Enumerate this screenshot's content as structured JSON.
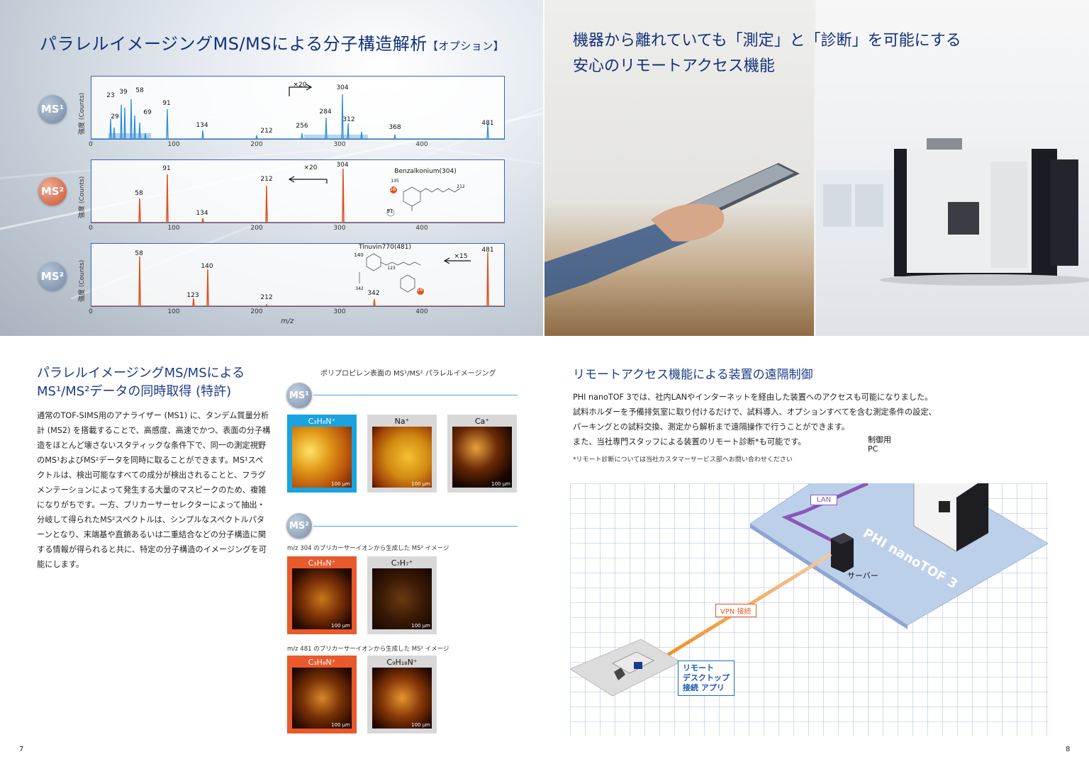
{
  "page_left": {
    "title_main": "パラレルイメージングMS/MSによる分子構造解析",
    "title_option": "【オプション】",
    "spectra": [
      {
        "badge": "MS¹",
        "y_label": "強度 (Counts)",
        "x_ticks": [
          "0",
          "100",
          "200",
          "300",
          "400"
        ],
        "magnification": "×20",
        "peaks": [
          "23",
          "29",
          "39",
          "58",
          "69",
          "91",
          "134",
          "212",
          "256",
          "284",
          "304",
          "312",
          "368",
          "481"
        ]
      },
      {
        "badge": "MS²",
        "y_label": "強度 (Counts)",
        "x_ticks": [
          "0",
          "100",
          "200",
          "300",
          "400"
        ],
        "magnification": "×20",
        "compound": "Benzalkonium(304)",
        "peaks": [
          "58",
          "91",
          "134",
          "212",
          "304"
        ],
        "structure_labels": [
          "135",
          "58",
          "212",
          "91"
        ]
      },
      {
        "badge": "MS²",
        "y_label": "強度 (Counts)",
        "x_ticks": [
          "0",
          "100",
          "200",
          "300",
          "400"
        ],
        "magnification": "×15",
        "compound": "Tinuvin770(481)",
        "peaks": [
          "58",
          "123",
          "140",
          "212",
          "342",
          "481"
        ],
        "structure_labels": [
          "140",
          "123",
          "342",
          "58"
        ]
      }
    ],
    "x_axis_label": "m/z",
    "section_title_line1": "パラレルイメージングMS/MSによる",
    "section_title_line2": "MS¹/MS²データの同時取得 (特許)",
    "section_body": "通常のTOF-SIMS用のアナライザー (MS1) に、タンデム質量分析計 (MS2) を搭載することで、高感度、高速でかつ、表面の分子構造をほとんど壊さないスタティックな条件下で、同一の測定視野のMS¹およびMS²データを同時に取ることができます。MS¹スペクトルは、検出可能なすべての成分が検出されることと、フラグメンテーションによって発生する大量のマスピークのため、複雑になりがちです。一方、プリカーサーセレクターによって抽出・分岐して得られたMS²スペクトルは、シンプルなスペクトルパターンとなり、末端基や直鎖あるいは二重結合などの分子構造に関する情報が得られると共に、特定の分子構造のイメージングを可能にします。",
    "images_caption": "ポリプロピレン表面の MS¹/MS² パラレルイメージング",
    "ms1_badge": "MS¹",
    "ms2_badge": "MS²",
    "ms1_images": [
      "C₃H₈N⁺",
      "Na⁺",
      "Ca⁺"
    ],
    "ms2_caption_304": "m/z 304 のプリカーサーイオンから生成した MS² イメージ",
    "ms2_images_304": [
      "C₃H₈N⁺",
      "C₇H₇⁺"
    ],
    "ms2_caption_481": "m/z 481 のプリカーサーイオンから生成した MS² イメージ",
    "ms2_images_481": [
      "C₃H₈N⁺",
      "C₉H₁₈N⁺"
    ],
    "scale_bar": "100 μm",
    "page_number": "7"
  },
  "page_right": {
    "hero_title_line1": "機器から離れていても「測定」と「診断」を可能にする",
    "hero_title_line2": "安心のリモートアクセス機能",
    "section_title": "リモートアクセス機能による装置の遠隔制御",
    "body_lines": [
      "PHI nanoTOF 3では、社内LANやインターネットを経由した装置へのアクセスも可能になりました。",
      "試料ホルダーを予備排気室に取り付けるだけで、試料導入、オプションすべてを含む測定条件の設定、",
      "パーキングとの試料交換、測定から解析まで遠隔操作で行うことができます。",
      "また、当社専門スタッフによる装置のリモート診断*も可能です。"
    ],
    "note": "*リモート診断については当社カスタマーサービス部へお問い合わせください",
    "diagram": {
      "control_pc_line1": "制御用",
      "control_pc_line2": "PC",
      "lan": "LAN",
      "instrument": "PHI nanoTOF 3",
      "server": "サーバー",
      "vpn": "VPN 接続",
      "app_line1": "リモート",
      "app_line2": "デスクトップ",
      "app_line3": "接続 アプリ"
    },
    "page_number": "8"
  },
  "colors": {
    "title_navy": "#13307a",
    "ms1_spectrum": "#2a8fd6",
    "ms2_spectrum": "#e0521e",
    "accent_cyan": "#1aa3e0",
    "accent_orange": "#e9592b"
  }
}
